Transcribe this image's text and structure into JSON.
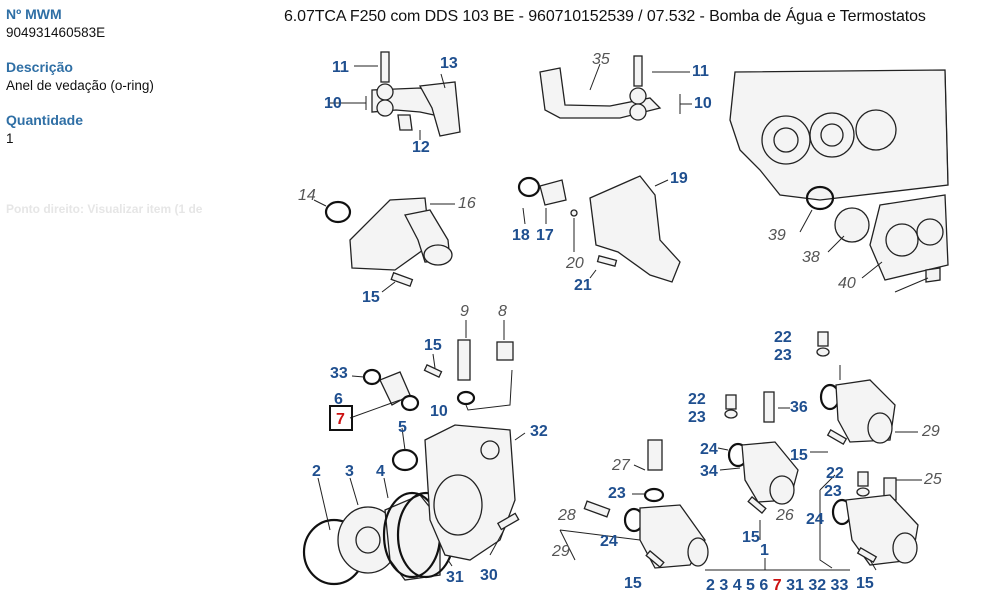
{
  "info": {
    "mwm_label": "Nº MWM",
    "mwm_value": "904931460583E",
    "desc_label": "Descrição",
    "desc_value": "Anel de vedação (o-ring)",
    "qty_label": "Quantidade",
    "qty_value": "1",
    "ghost_text": "Ponto direito: Visualizar item (1 de"
  },
  "diagram": {
    "title": "6.07TCA F250 com DDS 103 BE - 960710152539  /  07.532 - Bomba de Água e Termostatos",
    "labels": {
      "c11a": "11",
      "c13": "13",
      "c10a": "10",
      "c12": "12",
      "c35": "35",
      "c11b": "11",
      "c10b": "10",
      "c19": "19",
      "c18": "18",
      "c17": "17",
      "c20": "20",
      "c21": "21",
      "c14": "14",
      "c16": "16",
      "c15a": "15",
      "c39": "39",
      "c38": "38",
      "c40": "40",
      "c9": "9",
      "c8": "8",
      "c15b": "15",
      "c33": "33",
      "c6": "6",
      "c7": "7",
      "c10c": "10",
      "c5": "5",
      "c32": "32",
      "c2": "2",
      "c3": "3",
      "c4": "4",
      "c31": "31",
      "c30": "30",
      "c27": "27",
      "c23a": "23",
      "c28": "28",
      "c24a": "24",
      "c29a": "29",
      "c15c": "15",
      "c22a": "22",
      "c23b": "23",
      "c36": "36",
      "c24b": "24",
      "c34": "34",
      "c22b": "22",
      "c23c": "23",
      "c29b": "29",
      "c15d": "15",
      "c22c": "22",
      "c23d": "23",
      "c25": "25",
      "c26": "26",
      "c24c": "24",
      "c15e": "15",
      "c15f": "15",
      "c1": "1"
    },
    "bottom_list": {
      "before": "2 3 4 5 6 ",
      "highlight": "7",
      "after": " 31 32 33"
    }
  }
}
